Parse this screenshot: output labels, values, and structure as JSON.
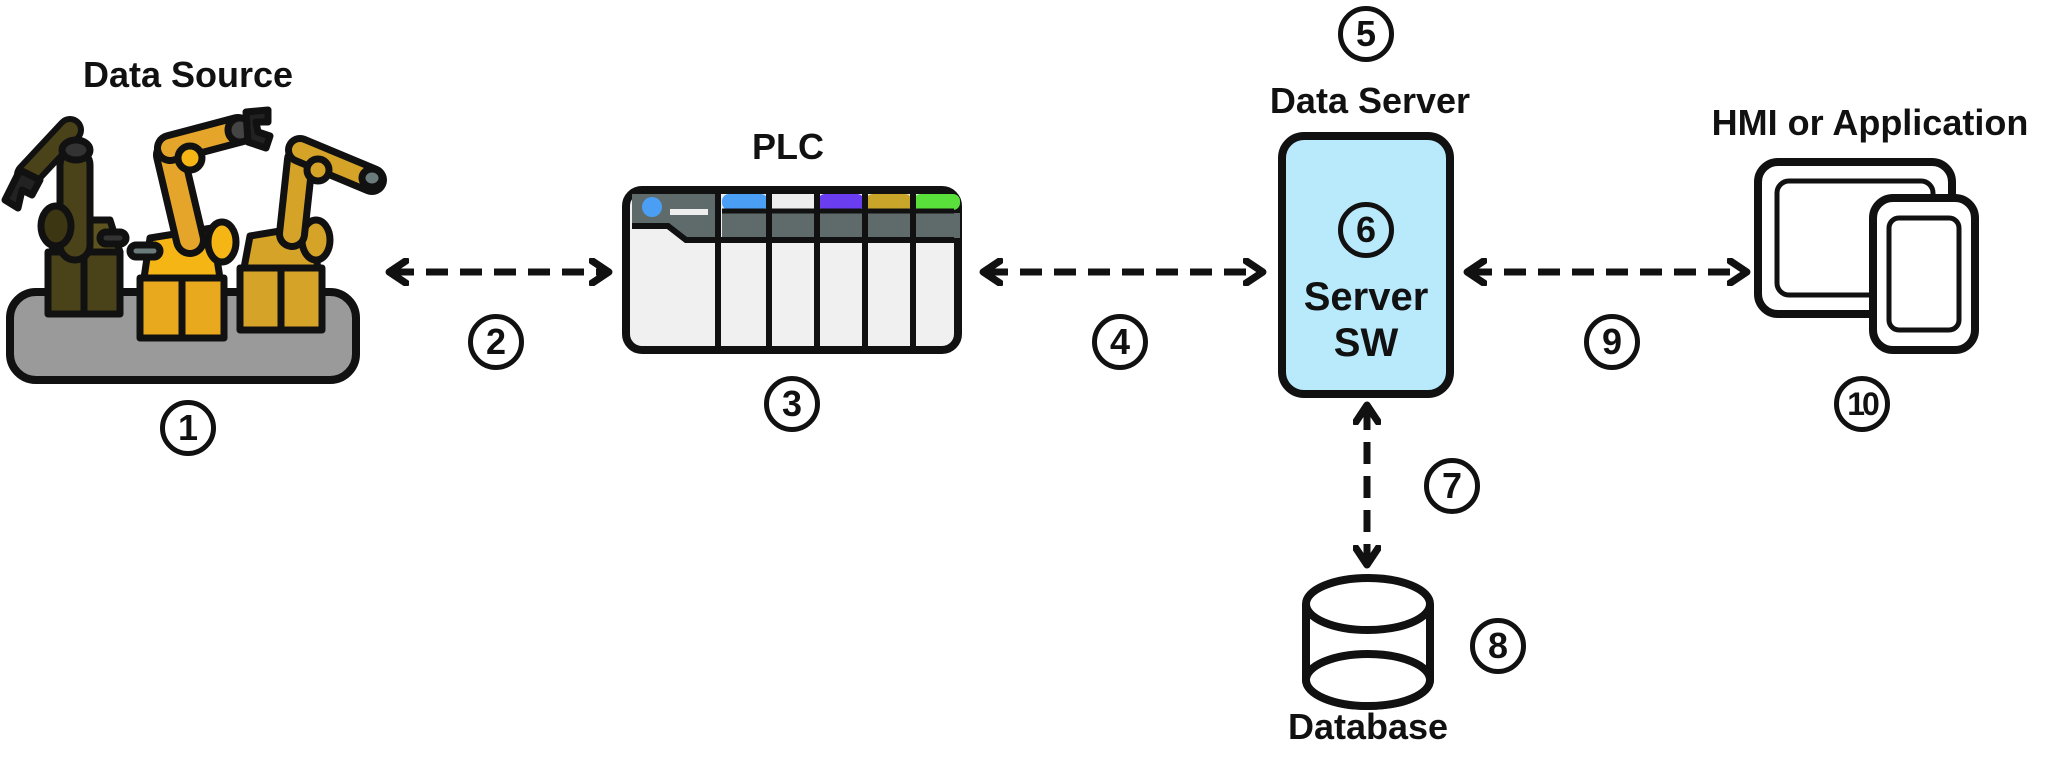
{
  "nodes": {
    "data_source": {
      "label": "Data Source",
      "number": "1"
    },
    "plc": {
      "label": "PLC",
      "number": "3",
      "module_colors": [
        "#4a9ff5",
        "#eeeeee",
        "#6a3df0",
        "#c9a62a",
        "#5ae03a"
      ]
    },
    "data_server": {
      "label": "Data Server",
      "number": "5",
      "software_label_line1": "Server",
      "software_label_line2": "SW",
      "software_number": "6",
      "fill": "#b8eafc"
    },
    "database": {
      "label": "Database",
      "number": "8"
    },
    "hmi": {
      "label": "HMI or Application",
      "number": "10"
    }
  },
  "connections": [
    {
      "from": "data_source",
      "to": "plc",
      "number": "2",
      "style": "dashed-bidirectional"
    },
    {
      "from": "plc",
      "to": "data_server",
      "number": "4",
      "style": "dashed-bidirectional"
    },
    {
      "from": "data_server",
      "to": "database",
      "number": "7",
      "style": "dashed-bidirectional"
    },
    {
      "from": "data_server",
      "to": "hmi",
      "number": "9",
      "style": "dashed-bidirectional"
    }
  ]
}
